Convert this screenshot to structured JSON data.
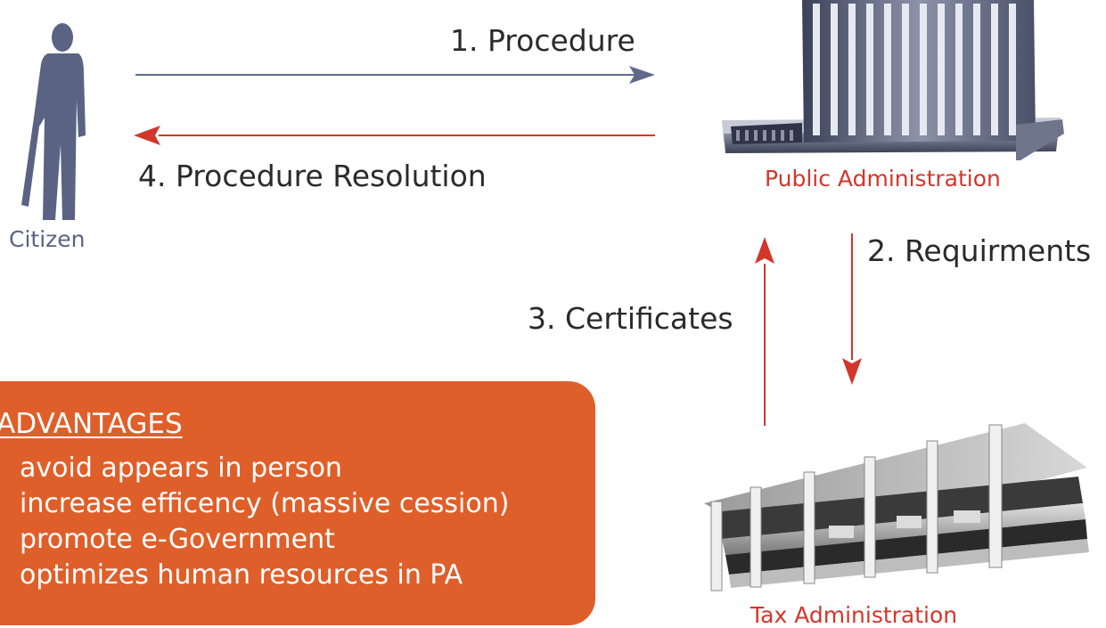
{
  "citizen": {
    "label": "Citizen",
    "color": "#5a6383"
  },
  "flows": {
    "procedure": "1. Procedure",
    "requirements": "2. Requirments",
    "certificates": "3. Certificates",
    "resolution": "4. Procedure Resolution"
  },
  "nodes": {
    "public_administration": "Public Administration",
    "tax_administration": "Tax Administration"
  },
  "advantages": {
    "title": "ADVANTAGES",
    "items": [
      "avoid appears in person",
      "increase efficency (massive cession)",
      "promote e-Government",
      "optimizes human resources in PA"
    ]
  },
  "colors": {
    "blue_arrow": "#5f6a8a",
    "red_arrow": "#d3362b",
    "advantages_bg": "#df5f2a",
    "node_label": "#d3362b"
  },
  "icons": {
    "citizen": "person-silhouette-icon",
    "public_administration": "office-building-icon",
    "tax_administration": "government-building-icon"
  }
}
